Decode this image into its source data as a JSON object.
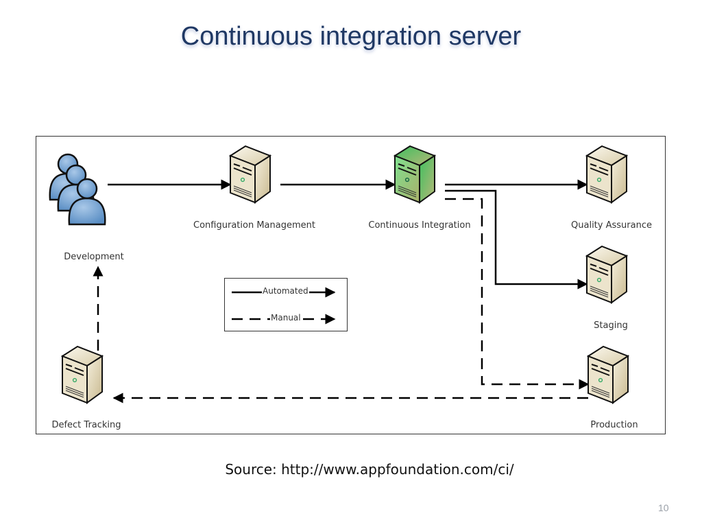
{
  "slide": {
    "title": "Continuous integration server",
    "source": "Source: http://www.appfoundation.com/ci/",
    "page_number": "10"
  },
  "diagram": {
    "nodes": [
      {
        "id": "development",
        "label": "Development",
        "icon": "users-group-icon"
      },
      {
        "id": "config",
        "label": "Configuration Management",
        "icon": "server-icon"
      },
      {
        "id": "ci",
        "label": "Continuous Integration",
        "icon": "server-icon",
        "color": "#3fbf5f"
      },
      {
        "id": "qa",
        "label": "Quality Assurance",
        "icon": "server-icon"
      },
      {
        "id": "staging",
        "label": "Staging",
        "icon": "server-icon"
      },
      {
        "id": "production",
        "label": "Production",
        "icon": "server-icon"
      },
      {
        "id": "defect",
        "label": "Defect Tracking",
        "icon": "server-icon"
      }
    ],
    "edges": [
      {
        "from": "development",
        "to": "config",
        "type": "automated"
      },
      {
        "from": "config",
        "to": "ci",
        "type": "automated"
      },
      {
        "from": "ci",
        "to": "qa",
        "type": "automated"
      },
      {
        "from": "ci",
        "to": "staging",
        "type": "automated"
      },
      {
        "from": "ci",
        "to": "production",
        "type": "manual"
      },
      {
        "from": "production",
        "to": "defect",
        "type": "manual"
      },
      {
        "from": "defect",
        "to": "development",
        "type": "manual"
      }
    ],
    "legend": {
      "automated": "Automated",
      "manual": "Manual"
    },
    "colors": {
      "server_body": "#e9e0c4",
      "server_ci": "#3fbf5f",
      "people": "#6fa0d0",
      "line": "#000000"
    }
  }
}
